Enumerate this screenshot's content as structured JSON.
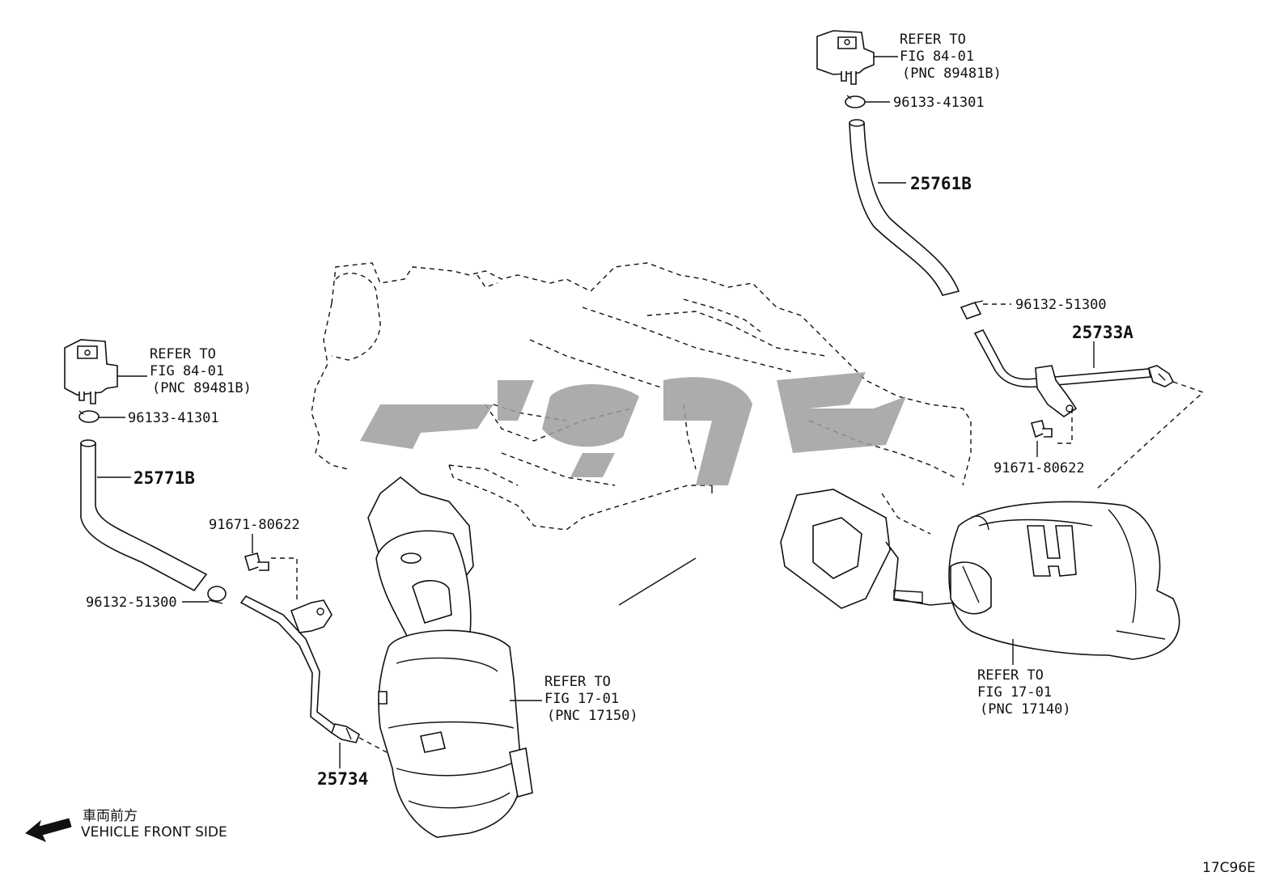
{
  "callouts": {
    "refer_8401_top": [
      "REFER TO",
      "FIG 84-01",
      "(PNC 89481B)"
    ],
    "refer_8401_left": [
      "REFER TO",
      "FIG 84-01",
      "(PNC 89481B)"
    ],
    "refer_1701_mid": [
      "REFER TO",
      "FIG 17-01",
      "(PNC 17150)"
    ],
    "refer_1701_right": [
      "REFER TO",
      "FIG 17-01",
      "(PNC 17140)"
    ]
  },
  "parts": {
    "clip_top": "96133-41301",
    "clip_left": "96133-41301",
    "hose_top": "25761B",
    "hose_left": "25771B",
    "clamp_right": "96132-51300",
    "clamp_left": "96132-51300",
    "pipe_right": "25733A",
    "pipe_left": "25734",
    "bolt_right": "91671-80622",
    "bolt_left": "91671-80622"
  },
  "orientation": {
    "japanese": "車両前方",
    "english": "VEHICLE FRONT SIDE"
  },
  "figure_code": "17C96E",
  "colors": {
    "line": "#111111",
    "watermark": "#9e9e9e",
    "background": "#ffffff"
  }
}
